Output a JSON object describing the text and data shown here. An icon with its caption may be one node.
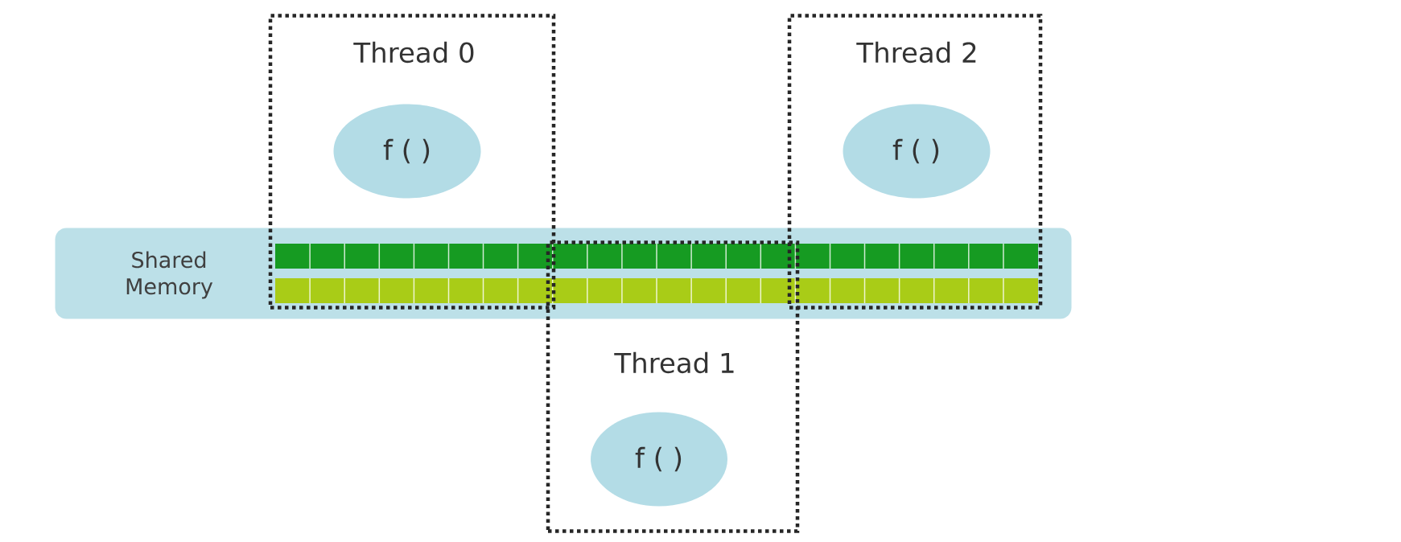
{
  "diagram": {
    "nodes": [
      {
        "text": [
          "Shared Memory"
        ]
      },
      {
        "text": [
          "Thread 0"
        ]
      },
      {
        "text": [
          "f ( )"
        ],
        "in": 1
      },
      {
        "text": [
          "Thread 1"
        ]
      },
      {
        "text": [
          "f ( )"
        ],
        "in": 3
      },
      {
        "text": [
          "Thread 2"
        ]
      },
      {
        "text": [
          "f ( )"
        ],
        "in": 5
      }
    ]
  }
}
